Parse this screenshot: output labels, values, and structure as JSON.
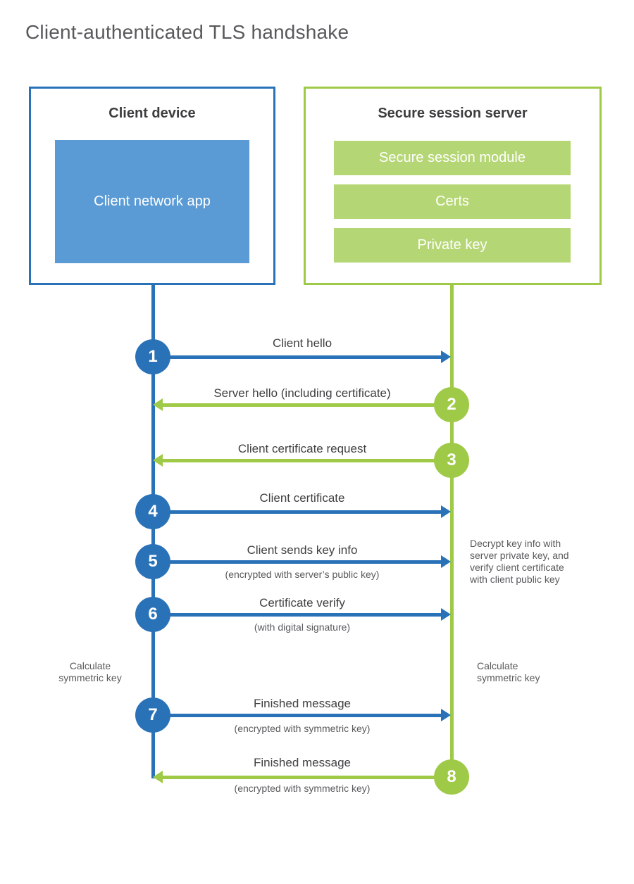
{
  "title": "Client-authenticated TLS handshake",
  "client": {
    "title": "Client device",
    "app": "Client network app"
  },
  "server": {
    "title": "Secure session server",
    "modules": [
      "Secure session module",
      "Certs",
      "Private key"
    ]
  },
  "messages": [
    {
      "num": "1",
      "label": "Client hello",
      "direction": "client-to-server"
    },
    {
      "num": "2",
      "label": "Server hello (including certificate)",
      "direction": "server-to-client"
    },
    {
      "num": "3",
      "label": "Client certificate request",
      "direction": "server-to-client"
    },
    {
      "num": "4",
      "label": "Client certificate",
      "direction": "client-to-server"
    },
    {
      "num": "5",
      "label": "Client sends key info",
      "sublabel": "(encrypted with server’s public key)",
      "direction": "client-to-server"
    },
    {
      "num": "6",
      "label": "Certificate verify",
      "sublabel": "(with digital signature)",
      "direction": "client-to-server"
    },
    {
      "num": "7",
      "label": "Finished message",
      "sublabel": "(encrypted with symmetric key)",
      "direction": "client-to-server"
    },
    {
      "num": "8",
      "label": "Finished message",
      "sublabel": "(encrypted with symmetric key)",
      "direction": "server-to-client"
    }
  ],
  "annotations": {
    "decrypt_note": "Decrypt key info with server private key, and verify client certificate with client public key",
    "calc_left": "Calculate symmetric key",
    "calc_right": "Calculate symmetric key"
  },
  "colors": {
    "blue": "#2a72b8",
    "blue-light": "#5b9bd5",
    "green": "#9fca47",
    "green-light": "#b5d674"
  }
}
